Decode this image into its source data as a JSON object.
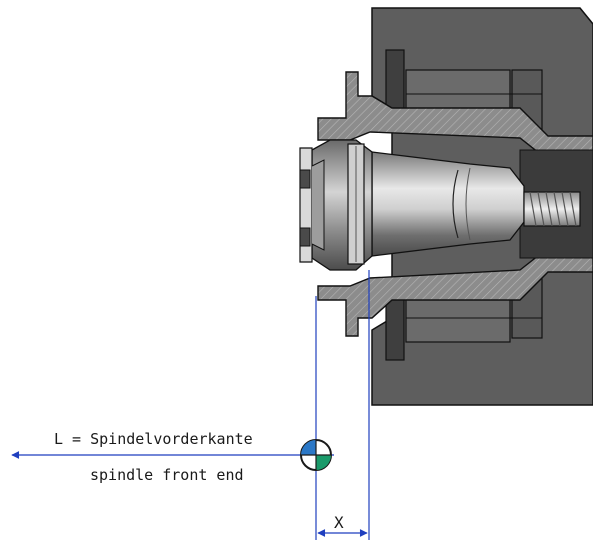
{
  "labels": {
    "l_line1": "L = Spindelvorderkante",
    "l_line2": "spindle front end",
    "dim_x": "X"
  },
  "colors": {
    "dimension": "#1f3fbf",
    "housing": "#5e5e5e",
    "housing_dark": "#3f3f3f",
    "outline": "#111111",
    "hatch": "#9a9a9a",
    "tool_light": "#e6e6e6",
    "tool_dark": "#8a8a8a",
    "marker_blue": "#2b78c7",
    "marker_green": "#1a9a6a"
  }
}
